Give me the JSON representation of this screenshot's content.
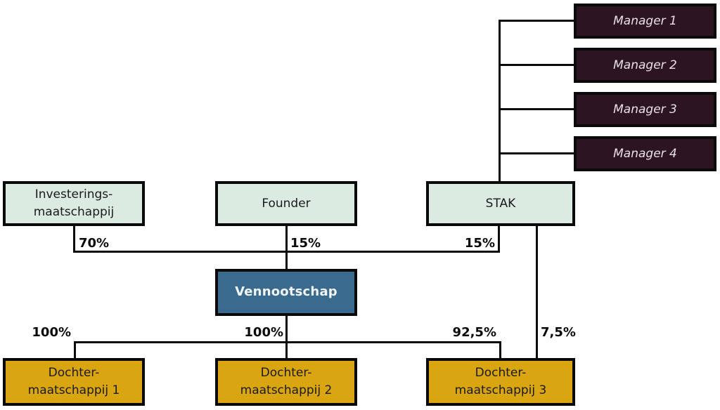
{
  "nodes": {
    "managers": [
      {
        "label": "Manager 1"
      },
      {
        "label": "Manager 2"
      },
      {
        "label": "Manager 3"
      },
      {
        "label": "Manager 4"
      }
    ],
    "investment_company": {
      "label": "Investerings-\nmaatschappij"
    },
    "founder": {
      "label": "Founder"
    },
    "stak": {
      "label": "STAK"
    },
    "vennootschap": {
      "label": "Vennootschap"
    },
    "subsidiaries": [
      {
        "label": "Dochter-\nmaatschappij 1"
      },
      {
        "label": "Dochter-\nmaatschappij 2"
      },
      {
        "label": "Dochter-\nmaatschappij 3"
      }
    ]
  },
  "ownership": {
    "investment_to_vennootschap": "70%",
    "founder_to_vennootschap": "15%",
    "stak_to_vennootschap": "15%",
    "vennootschap_to_sub1": "100%",
    "vennootschap_to_sub2": "100%",
    "vennootschap_to_sub3": "92,5%",
    "stak_to_sub3": "7,5%"
  },
  "colors": {
    "pale_green": "#dcebe2",
    "steel_blue": "#3a6b8e",
    "gold": "#d9a511",
    "dark_maroon": "#2c1520",
    "line_black": "#0a0a0a",
    "background": "#ffffff"
  }
}
